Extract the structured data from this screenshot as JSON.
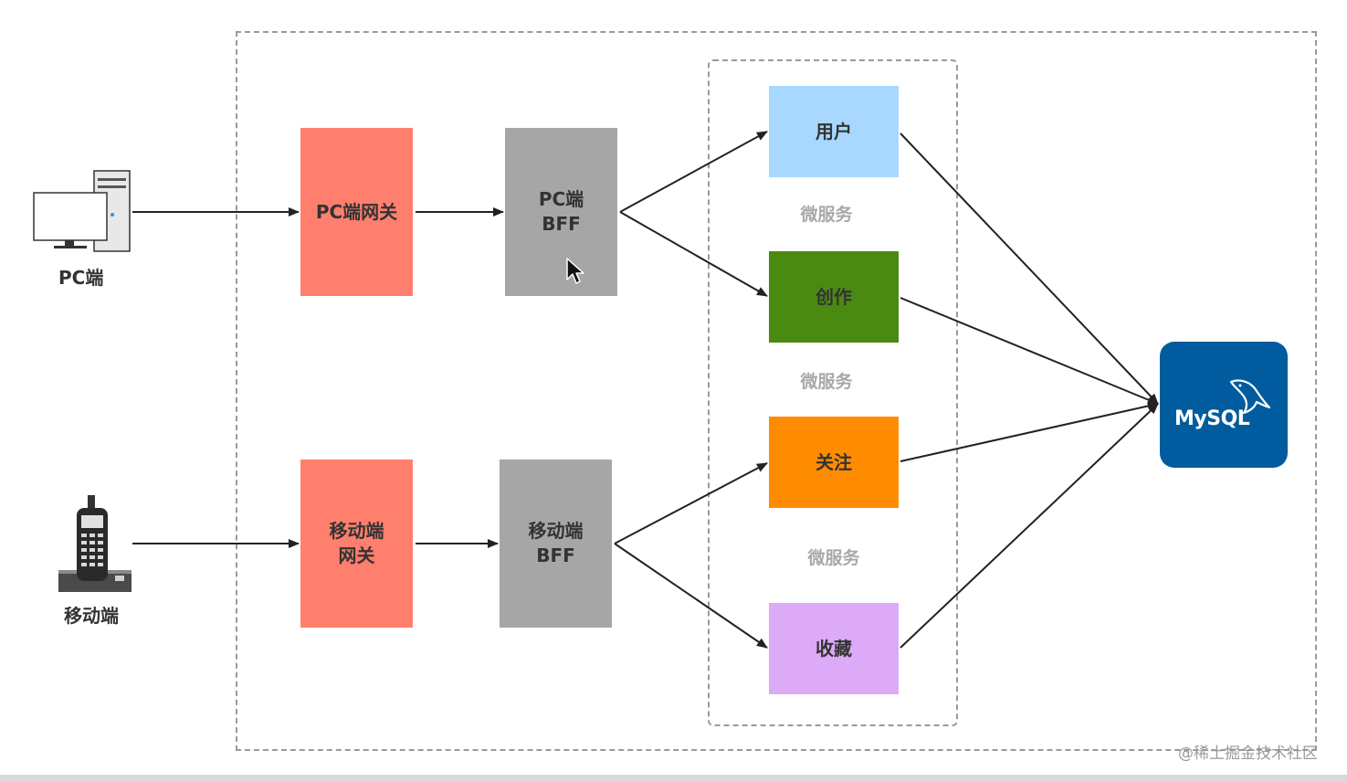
{
  "clients": {
    "pc_label": "PC端",
    "mobile_label": "移动端"
  },
  "gateways": {
    "pc": "PC端网关",
    "mobile": "移动端\n网关"
  },
  "bff": {
    "pc": "PC端\nBFF",
    "mobile": "移动端\nBFF"
  },
  "services": {
    "user": "用户",
    "create": "创作",
    "follow": "关注",
    "collect": "收藏"
  },
  "microservice_labels": [
    "微服务",
    "微服务",
    "微服务"
  ],
  "database": {
    "name": "MySQL"
  },
  "watermark": "@稀土掘金技术社区",
  "colors": {
    "gateway": "#ff7f6e",
    "bff": "#a6a6a6",
    "user": "#a8d8ff",
    "create": "#4a8a12",
    "follow": "#ff8c00",
    "collect": "#dcaaf7",
    "mysql": "#005c9e"
  },
  "icons": [
    "desktop-computer-icon",
    "cordless-phone-icon",
    "mysql-dolphin-icon",
    "mouse-cursor-icon"
  ]
}
